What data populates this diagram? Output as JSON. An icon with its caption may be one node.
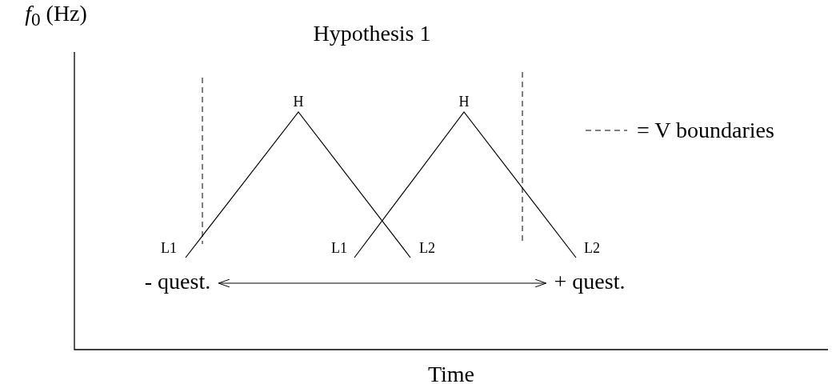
{
  "diagram": {
    "title": "Hypothesis 1",
    "nodes": [
      {
        "text": [
          "- quest."
        ]
      },
      {
        "text": [
          "+ quest."
        ]
      }
    ],
    "edges": [
      {
        "from": 0,
        "to": 1,
        "arrow": "both"
      }
    ],
    "labels": [
      "*f*$_{0}$ (Hz)",
      "H",
      "H",
      "L1",
      "L1",
      "L2",
      "L2",
      "Time"
    ],
    "legend": [
      {
        "text": "= V boundaries"
      }
    ]
  }
}
